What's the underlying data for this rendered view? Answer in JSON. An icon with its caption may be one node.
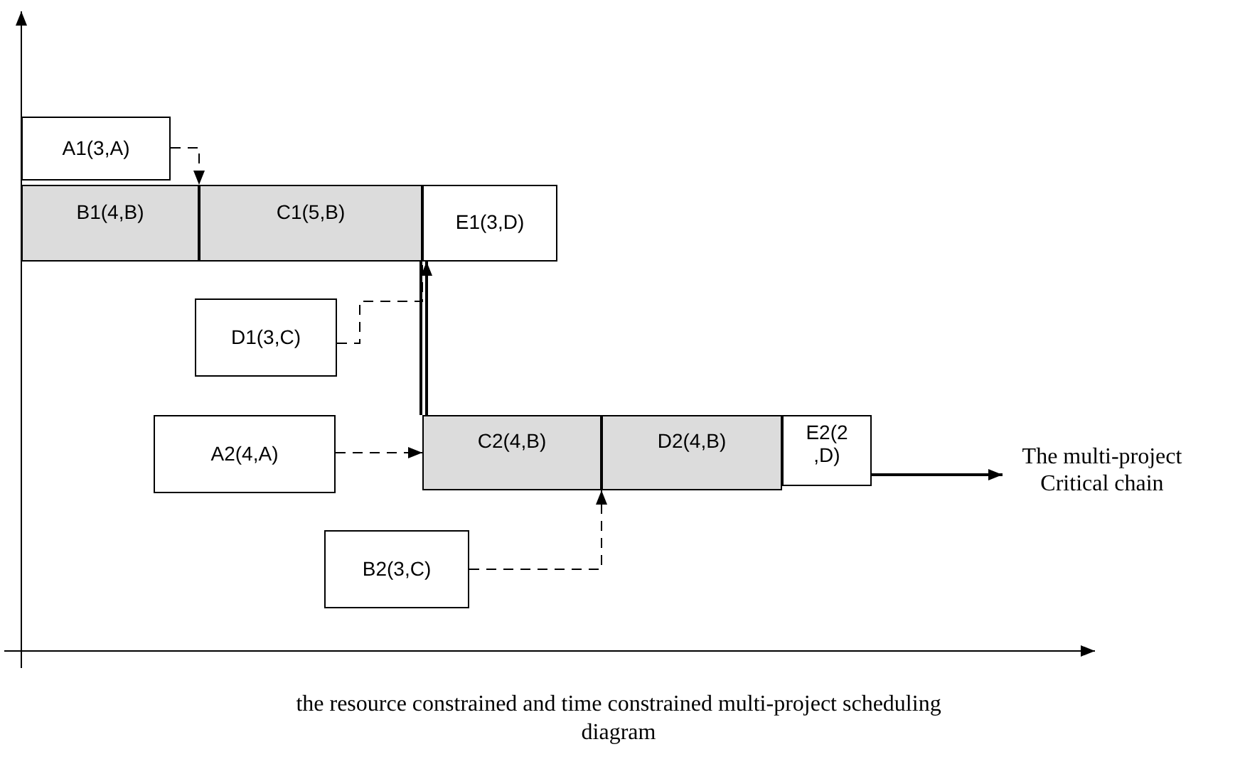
{
  "diagram": {
    "caption": "the resource constrained and time constrained multi-project scheduling diagram",
    "nodes": [
      {
        "text": [
          "A1(3,A)"
        ]
      },
      {
        "text": [
          "B1(4,B)"
        ]
      },
      {
        "text": [
          "C1(5,B)"
        ]
      },
      {
        "text": [
          "E1(3,D)"
        ]
      },
      {
        "text": [
          "D1(3,C)"
        ]
      },
      {
        "text": [
          "A2(4,A)"
        ]
      },
      {
        "text": [
          "C2(4,B)"
        ]
      },
      {
        "text": [
          "D2(4,B)"
        ]
      },
      {
        "text": [
          "E2(2 ,D)"
        ]
      },
      {
        "text": [
          "B2(3,C)"
        ]
      },
      {
        "text": [
          "The multi-project Critical chain"
        ]
      }
    ],
    "edges": [
      {
        "from": 0,
        "to": 2,
        "arrow": "to",
        "style": "dashed"
      },
      {
        "from": 4,
        "to": 3,
        "arrow": "none",
        "style": "dashed"
      },
      {
        "from": 5,
        "to": 6,
        "arrow": "to",
        "style": "dashed"
      },
      {
        "from": 9,
        "to": 7,
        "arrow": "to",
        "style": "dashed"
      },
      {
        "from": 2,
        "to": 6,
        "arrow": "none"
      },
      {
        "from": 6,
        "to": 3,
        "arrow": "to"
      },
      {
        "from": 8,
        "to": 10,
        "arrow": "to"
      }
    ]
  }
}
